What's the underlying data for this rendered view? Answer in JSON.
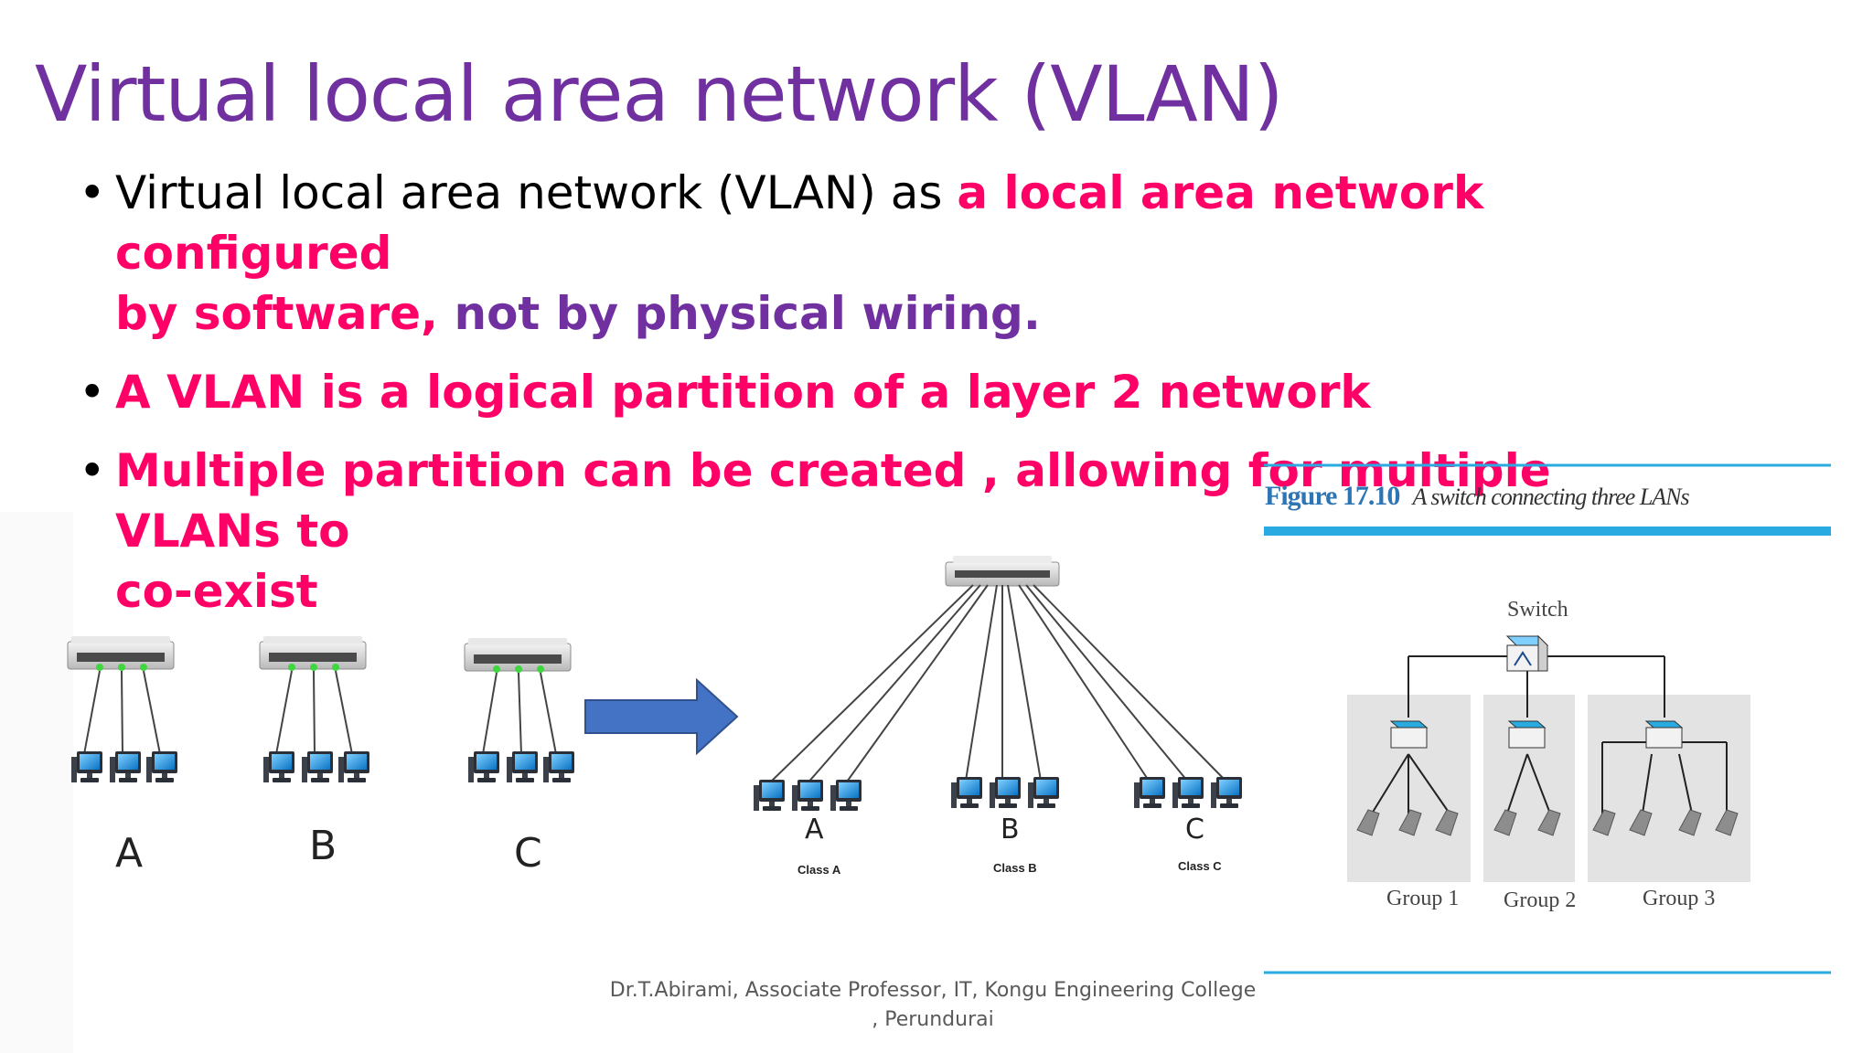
{
  "slide": {
    "title": "Virtual local area network (VLAN)",
    "bullets": [
      {
        "plain": "Virtual local area network (VLAN) as ",
        "highlight": "a local area network configured",
        "line2_pink": "by software, ",
        "line2_purple": "not by physical wiring."
      },
      {
        "text": "A VLAN is a logical partition of a layer 2 network"
      },
      {
        "line1": "Multiple partition can be created , allowing for multiple VLANs to",
        "line2": "co-exist"
      }
    ],
    "bullet_glyph": "•"
  },
  "left_diagram": {
    "lan_labels": [
      "A",
      "B",
      "C"
    ],
    "combined_labels": [
      "A",
      "B",
      "C"
    ],
    "class_labels": [
      "Class A",
      "Class B",
      "Class C"
    ],
    "arrow_color": "#4472c4"
  },
  "figure": {
    "number": "Figure 17.10",
    "caption": "A switch connecting three LANs",
    "switch_label": "Switch",
    "groups": [
      "Group 1",
      "Group 2",
      "Group 3"
    ],
    "accent_color": "#29abe2"
  },
  "footer": {
    "line1": "Dr.T.Abirami, Associate Professor, IT, Kongu Engineering College",
    "line2": ", Perundurai"
  }
}
